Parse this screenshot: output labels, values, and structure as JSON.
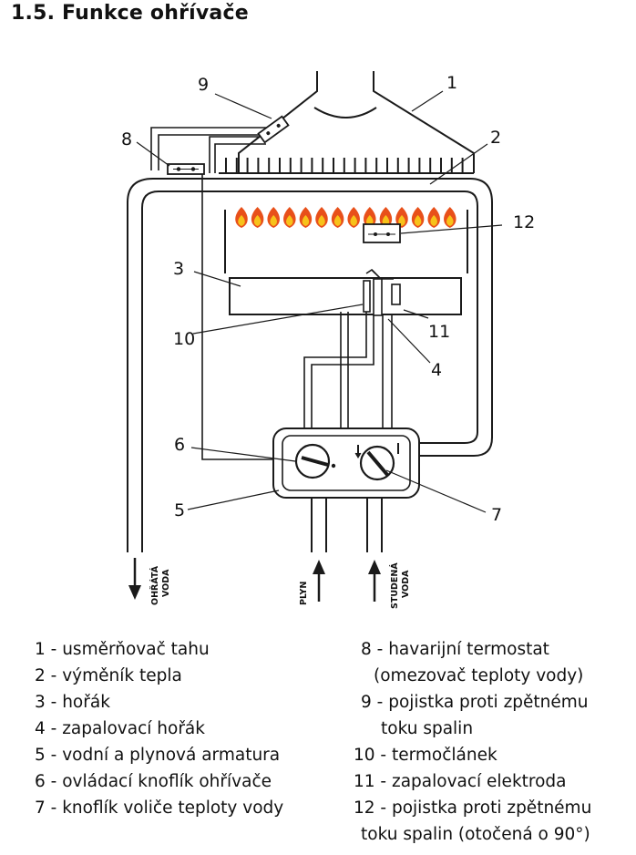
{
  "title": "1.5. Funkce ohřívače",
  "callouts": [
    "1",
    "2",
    "3",
    "4",
    "5",
    "6",
    "7",
    "8",
    "9",
    "10",
    "11",
    "12"
  ],
  "pipe_labels": {
    "hot_water": [
      "OHŘÁTÁ",
      "VODA"
    ],
    "gas": [
      "PLYN"
    ],
    "cold_water": [
      "STUDENÁ",
      "VODA"
    ]
  },
  "legend": {
    "left": [
      "1 - usměrňovač tahu",
      "2 - výměník tepla",
      "3 - hořák",
      "4 - zapalovací hořák",
      "5 - vodní a plynová armatura",
      "6 - ovládací knoflík ohřívače",
      "7 - knoflík voliče teploty vody"
    ],
    "right": [
      "8 - havarijní termostat",
      "   (omezovač teploty vody)",
      "9 - pojistka proti zpětnému",
      "   toku spalin",
      "10 - termočlánek",
      "11 - zapalovací elektroda",
      "12 - pojistka proti zpětnému",
      "   toku spalin (otočená o 90°)"
    ]
  },
  "colors": {
    "flame_outer": "#e8501a",
    "flame_inner": "#f7c21a",
    "line": "#1a1a1a"
  }
}
